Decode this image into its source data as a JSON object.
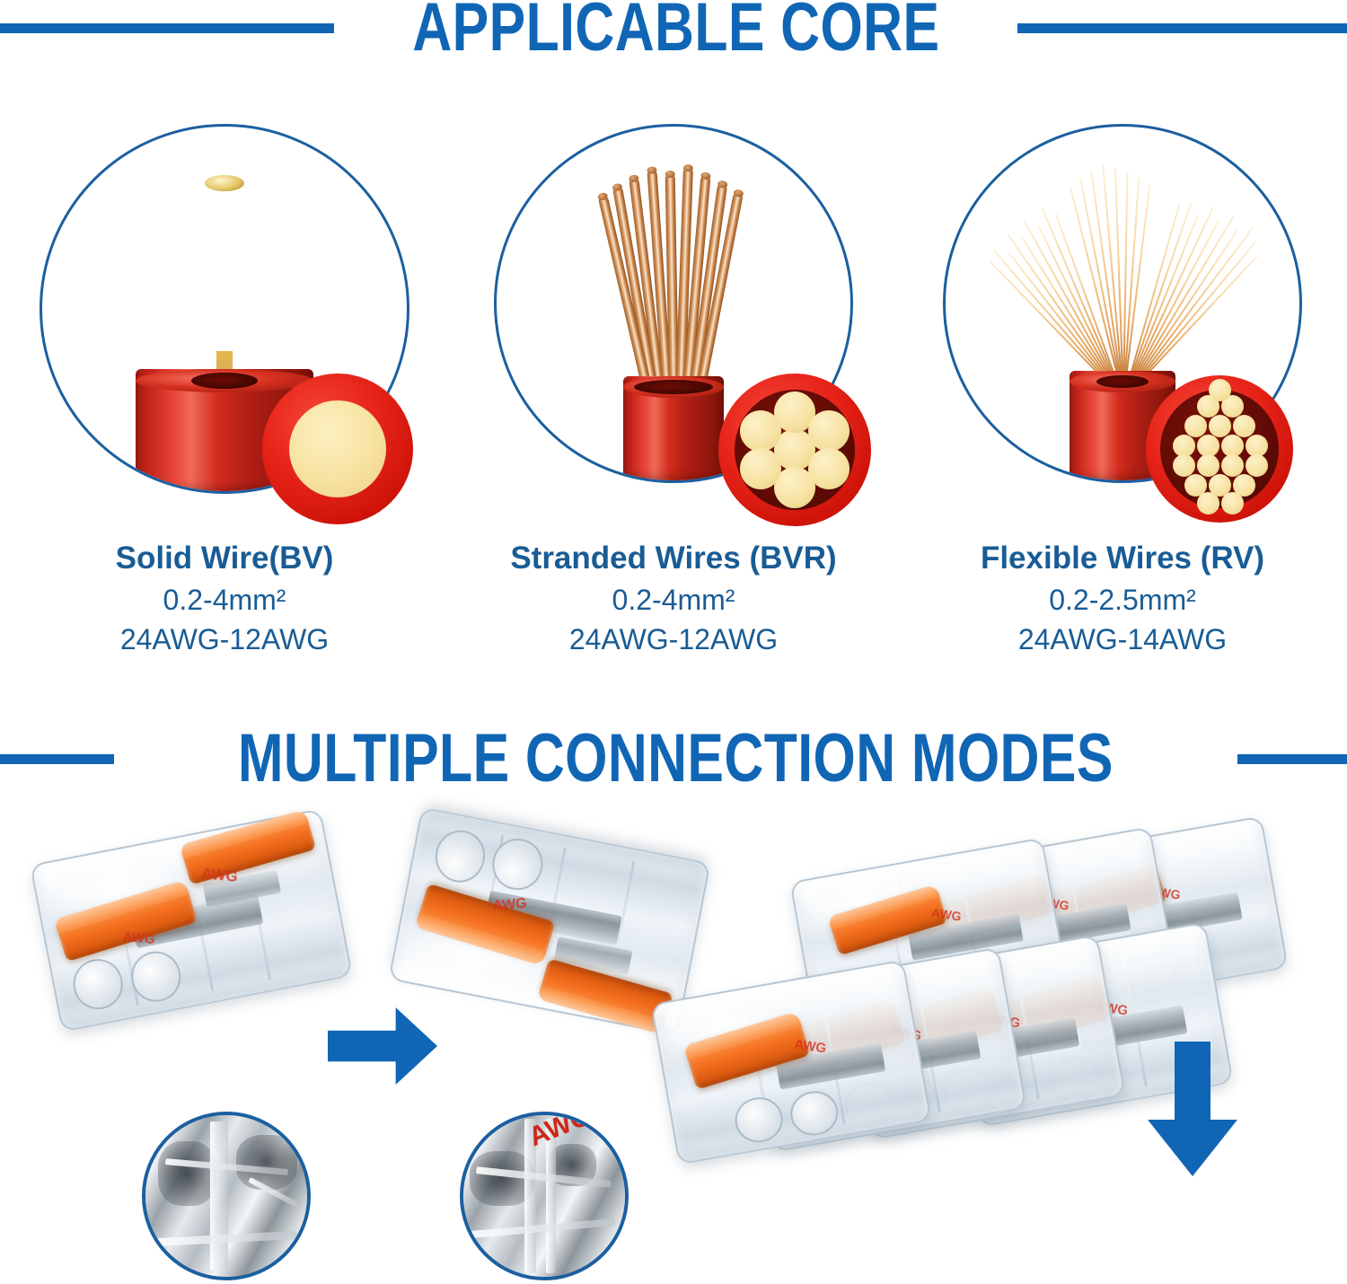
{
  "sections": [
    {
      "id": "applicable-core",
      "heading": "APPLICABLE CORE",
      "accent": "#1066b5"
    },
    {
      "id": "connection-modes",
      "heading": "MULTIPLE CONNECTION MODES",
      "accent": "#1066b5"
    }
  ],
  "wire_types": [
    {
      "icon": "solid-wire-core-icon",
      "title": "Solid Wire(BV)",
      "area_range": "0.2-4mm²",
      "awg_range": "24AWG-12AWG",
      "cross_section": {
        "strand_count": 1,
        "jacket_color": "#e8251a",
        "conductor_color": "#f7e2a0"
      }
    },
    {
      "icon": "stranded-wire-core-icon",
      "title": "Stranded Wires (BVR)",
      "area_range": "0.2-4mm²",
      "awg_range": "24AWG-12AWG",
      "cross_section": {
        "strand_count": 7,
        "jacket_color": "#e8251a",
        "conductor_color": "#f7e2a0"
      }
    },
    {
      "icon": "flexible-wire-core-icon",
      "title": "Flexible Wires (RV)",
      "area_range": "0.2-2.5mm²",
      "awg_range": "24AWG-14AWG",
      "cross_section": {
        "strand_count": 19,
        "jacket_color": "#e8251a",
        "conductor_color": "#f7e2a0"
      }
    }
  ],
  "connection_modes": {
    "left_demo": {
      "connector_a": {
        "name": "inline-lever-connector-front",
        "levers": 2,
        "lever_color": "#f4701f",
        "print": "AWG"
      },
      "connector_b": {
        "name": "inline-lever-connector-flipped",
        "levers": 2,
        "lever_color": "#f4701f",
        "print": "AWG"
      },
      "transition_arrow": {
        "direction": "right",
        "color": "#1066b5"
      },
      "macro_insets": [
        {
          "name": "macro-inset-clip-open",
          "print": ""
        },
        {
          "name": "macro-inset-clip-closed",
          "print": "AWG"
        }
      ]
    },
    "right_demo": {
      "connector_group": {
        "name": "stacked-lever-connector-bank",
        "units": 4,
        "levers_per_unit": 2,
        "lever_color": "#f4701f",
        "print": "AWG"
      },
      "stack_arrow": {
        "direction": "down",
        "color": "#1066b5"
      }
    }
  },
  "palette": {
    "brand_blue": "#1066b5",
    "label_blue": "#195c95",
    "outline_blue": "#1b5fa0",
    "insulation_red": "#e8251a",
    "copper": "#d79a62",
    "conductor_cream": "#f7e2a0",
    "lever_orange": "#f4701f",
    "background": "#ffffff"
  }
}
